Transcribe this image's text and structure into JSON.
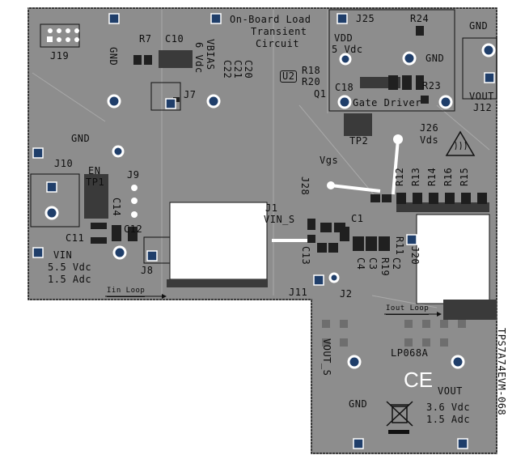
{
  "board": {
    "section_onboard_load": [
      "On-Board Load",
      "Transient",
      "Circuit"
    ],
    "section_gate_driver": "Gate Driver",
    "board_name": "TPS7A74EVM-068",
    "cert_mark": "LP068A",
    "ce_mark": "CE",
    "vdd": [
      "VDD",
      "5 Vdc"
    ],
    "vin": [
      "VIN",
      "5.5 Vdc",
      "1.5 Adc"
    ],
    "vout": [
      "VOUT",
      "3.6 Vdc",
      "1.5 Adc"
    ],
    "en_label": "EN",
    "vgs_label": "Vgs",
    "vds_label": "Vds",
    "vbias": [
      "VBIAS",
      "6 Vdc"
    ],
    "iin_loop": "Iin Loop",
    "iout_loop": "Iout Loop",
    "gnd": [
      "GND",
      "GND",
      "GND",
      "GND",
      "GND"
    ],
    "vout_right": "VOUT",
    "vin_s": "VIN_S",
    "vout_s": "VOUT_S"
  },
  "refdes": {
    "j19": "J19",
    "j7": "J7",
    "j10": "J10",
    "j9": "J9",
    "j8": "J8",
    "j1": "J1",
    "j11": "J11",
    "j2": "J2",
    "j20": "J20",
    "j25": "J25",
    "j26": "J26",
    "j28": "J28",
    "j12": "J12",
    "tp1": "TP1",
    "tp2": "TP2",
    "r7": "R7",
    "c10": "C10",
    "c20": "C20",
    "c21": "C21",
    "c22": "C22",
    "u2": "U2",
    "r18": "R18",
    "r20": "R20",
    "q1": "Q1",
    "r24": "R24",
    "c18": "C18",
    "r23": "R23",
    "c14": "C14",
    "c11": "C11",
    "c12": "C12",
    "c1": "C1",
    "c13": "C13",
    "c4": "C4",
    "c3": "C3",
    "r19": "R19",
    "c2": "C2",
    "r11": "R11",
    "r12": "R12",
    "r13": "R13",
    "r14": "R14",
    "r16": "R16",
    "r15": "R15"
  },
  "colors": {
    "board": "#8a8a8a",
    "board_light": "#9a9a9a",
    "pad": "#1f3e6a",
    "trace": "#7c7c7c",
    "silk": "#ffffff",
    "outline": "#111111"
  }
}
